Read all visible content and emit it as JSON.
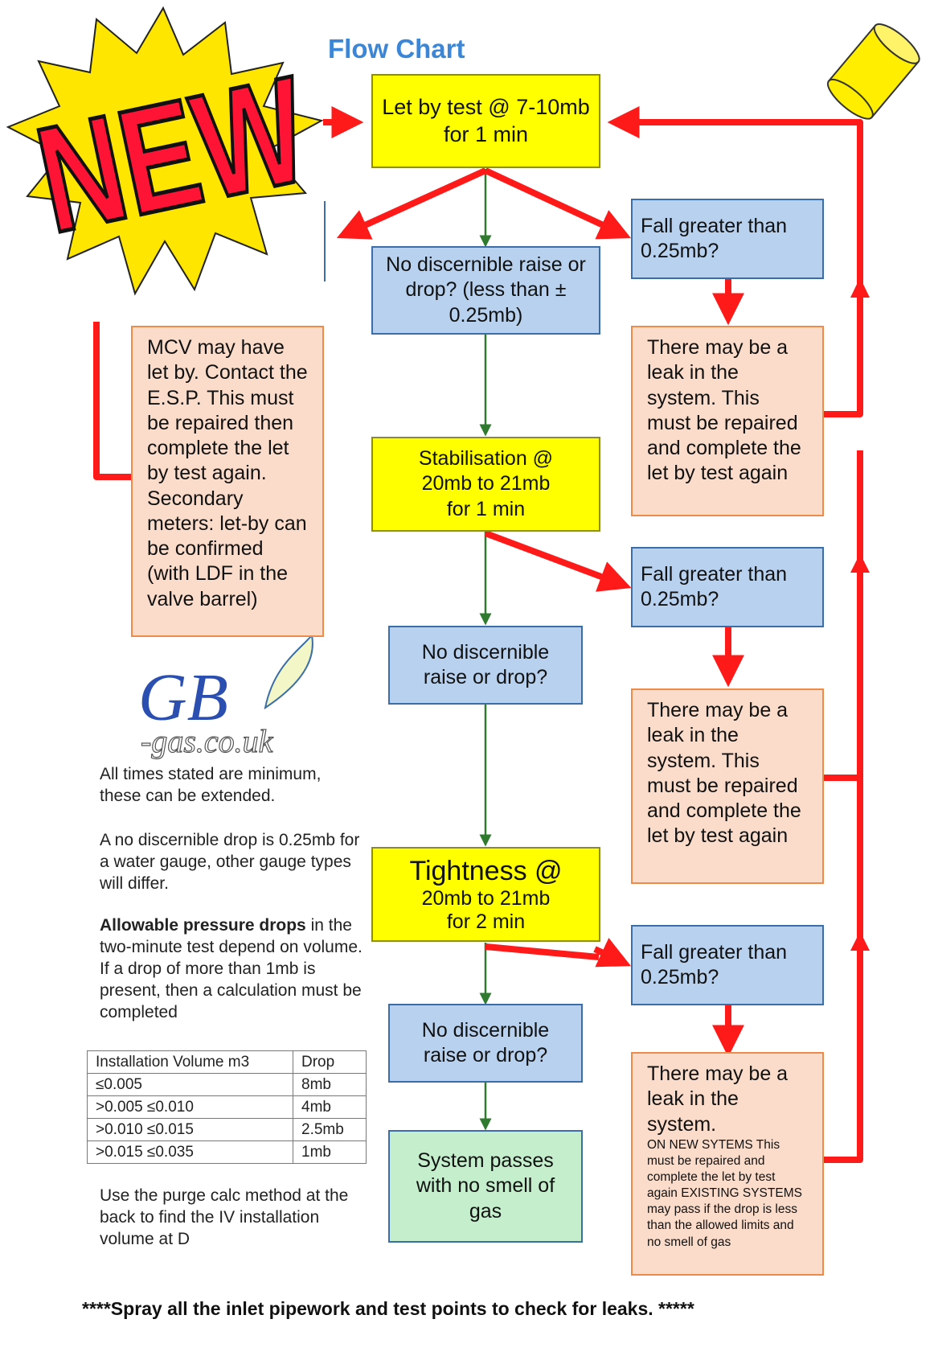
{
  "title": "Flow Chart",
  "badge": "NEW",
  "logo": {
    "main": "GB",
    "sub": "-gas.co.uk"
  },
  "nodes": {
    "letby": "Let by test @   7-10mb for 1 min",
    "fall1": "Fall greater than 0.25mb?",
    "nodrop1": "No discernible raise or drop? (less than ± 0.25mb)",
    "mcv": "MCV may have let by. Contact the E.S.P. This must be repaired then complete the let by test again. Secondary meters: let-by can be confirmed (with LDF in the valve barrel)",
    "leak1": "There may be a leak in the system. This must be repaired and complete the let by test again",
    "stab_line1": "Stabilisation @",
    "stab_line2": "20mb to 21mb",
    "stab_line3": "for 1 min",
    "fall2": "Fall greater than 0.25mb?",
    "nodrop2": "No discernible raise or drop?",
    "leak2": "There may be a leak in the system. This must be repaired and complete the let by test again",
    "tight_line1": "Tightness @",
    "tight_line2": "20mb to 21mb",
    "tight_line3": "for 2 min",
    "fall3": "Fall greater than 0.25mb?",
    "nodrop3": "No discernible raise or drop?",
    "leak3_main": "There may be a leak in the system.",
    "leak3_small": "ON NEW SYTEMS This must be repaired and complete the let by test again EXISTING SYSTEMS may pass if the drop is less than the allowed limits and no smell of gas",
    "pass": "System passes with no smell of gas"
  },
  "notes": {
    "times": "All times stated are minimum, these can be extended.",
    "nodrop": "A no discernible drop is 0.25mb for a water gauge, other gauge types will differ.",
    "allow_bold": "Allowable pressure drops",
    "allow_rest": " in the two-minute test depend on volume. If a drop of more than 1mb is present, then a calculation must be completed",
    "purge": "Use the purge calc method at the back to find the IV installation volume at D"
  },
  "table": {
    "headers": [
      "Installation Volume m3",
      "Drop"
    ],
    "rows": [
      [
        "≤0.005",
        "8mb"
      ],
      [
        ">0.005 ≤0.010",
        "4mb"
      ],
      [
        ">0.010 ≤0.015",
        "2.5mb"
      ],
      [
        ">0.015 ≤0.035",
        "1mb"
      ]
    ]
  },
  "footer": "****Spray all the inlet pipework and test points to check for leaks. *****",
  "colors": {
    "yellow": "#ffff00",
    "blue": "#b8d1ee",
    "peach": "#fbdccb",
    "green": "#c5efcc",
    "arrow_red": "#ff1a1a",
    "arrow_green": "#2f7a2f"
  }
}
